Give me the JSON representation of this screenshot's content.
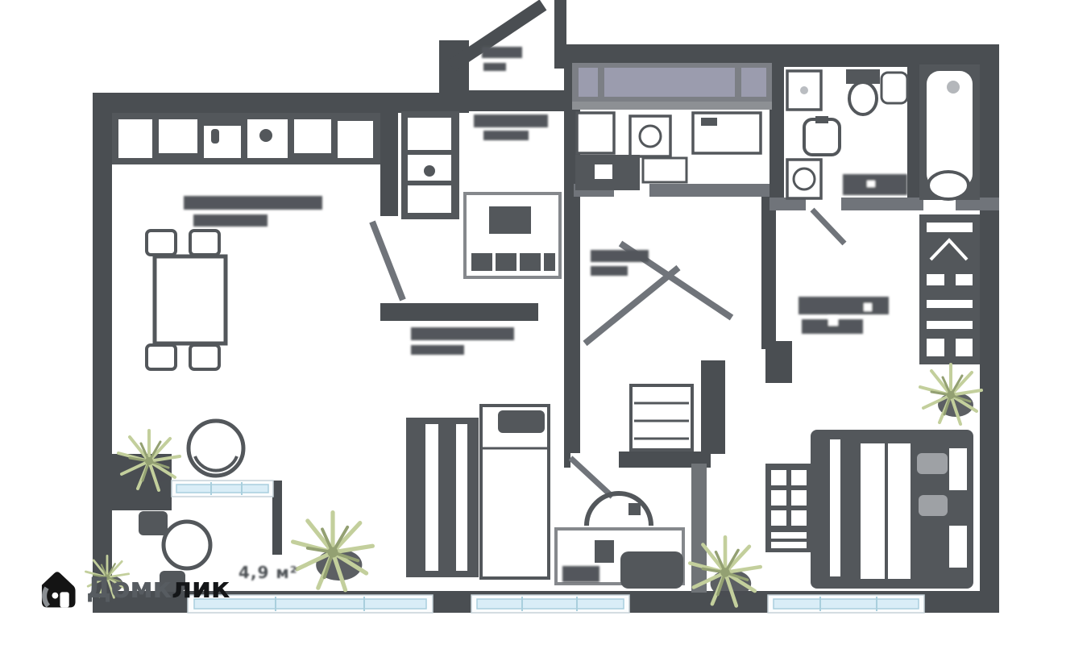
{
  "watermark": {
    "brand_part1": "Домк",
    "brand_part2": "лик",
    "icon": "domclick-house-icon"
  },
  "labels": {
    "balcony_area": "4,9 м²"
  },
  "colors": {
    "background": "#ffffff",
    "wall": "#4a4e52",
    "wall_light": "#70747a",
    "furniture": "#53575b",
    "furniture_light": "#85888c",
    "glazing_frame": "#7c7f85",
    "glazing_pane": "#9b9cae",
    "window_fill": "#d9edf7",
    "window_stroke": "#a9cfdd",
    "window_outer": "#fbfdfe",
    "plant": "#c3cf9c",
    "plant_dark": "#93a072",
    "pillow": "#9ea1a5",
    "logo_dark": "#141618",
    "logo_gray": "#575c61"
  },
  "icons": {
    "bathtub-icon": "svg-shape",
    "toilet-icon": "svg-shape",
    "sink-icon": "svg-shape",
    "washing-machine-icon": "svg-shape",
    "stove-icon": "svg-shape",
    "bed-icon": "svg-shape",
    "wardrobe-icon": "svg-shape",
    "sofa-icon": "svg-shape",
    "tv-stand-icon": "svg-shape",
    "desk-icon": "svg-shape",
    "desk-chair-icon": "svg-shape",
    "dining-table-icon": "svg-shape",
    "armchair-icon": "svg-shape",
    "round-table-icon": "svg-shape",
    "kitchen-counter-icon": "svg-shape",
    "plant-icon": "svg-shape",
    "window-icon": "svg-shape",
    "door-swing-icon": "svg-shape",
    "domclick-house-icon": "svg-shape"
  }
}
